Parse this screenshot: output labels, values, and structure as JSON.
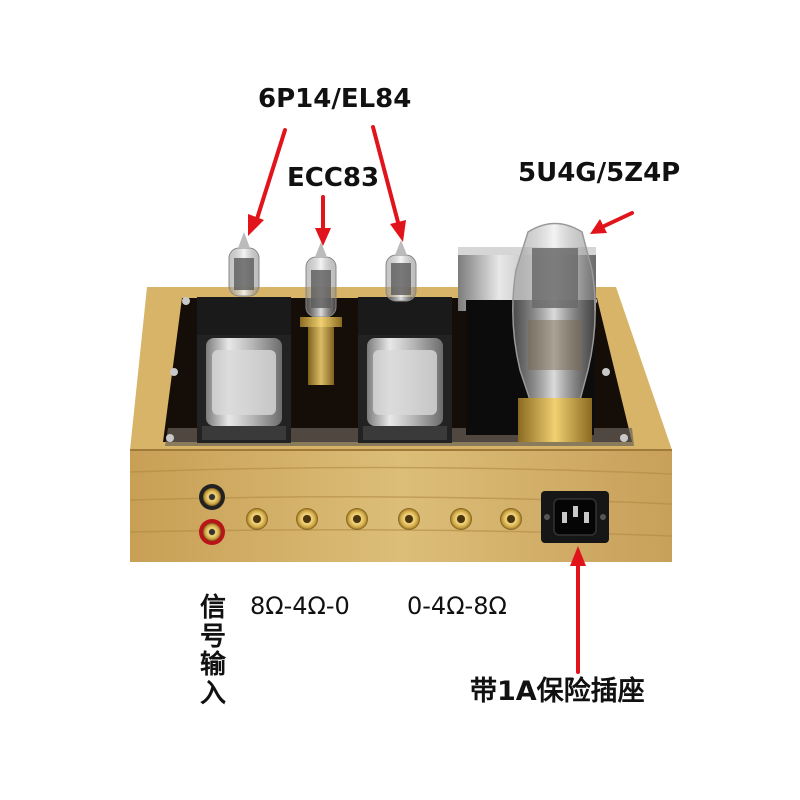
{
  "labels": {
    "power_tube": "6P14/EL84",
    "preamp_tube": "ECC83",
    "rectifier_tube": "5U4G/5Z4P",
    "speaker_out_left": "8Ω-4Ω-0",
    "speaker_out_right": "0-4Ω-8Ω",
    "signal_input": "信号输入",
    "fuse_socket": "带1A保险插座"
  },
  "colors": {
    "arrow": "#e0141a",
    "wood": "#d4b266",
    "plate": "#140d08"
  }
}
